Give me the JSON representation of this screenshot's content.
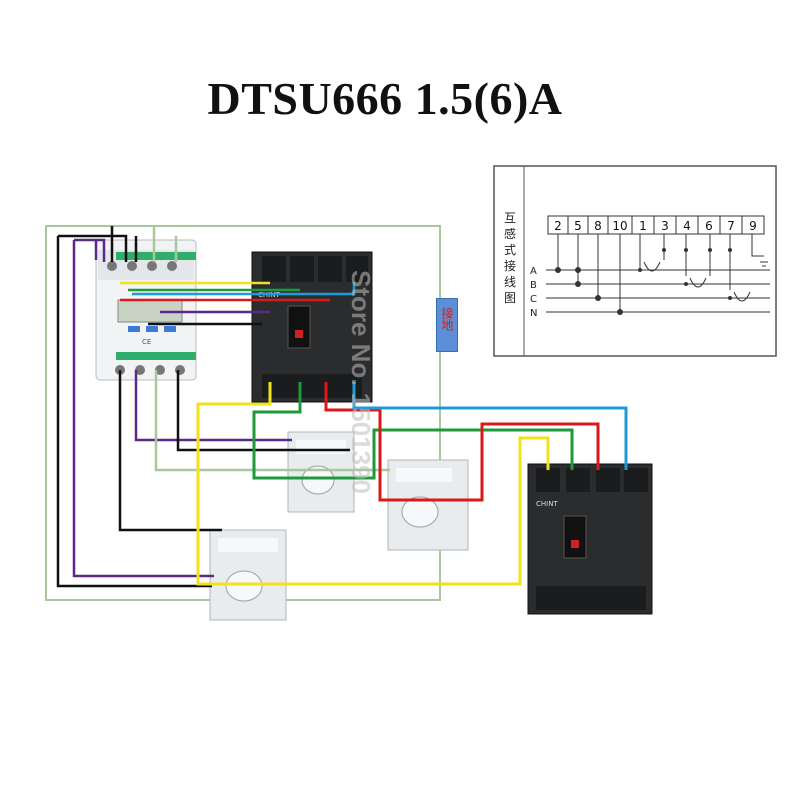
{
  "title": "DTSU666 1.5(6)A",
  "watermark": "Store No. 1501390",
  "ground_label": "接地",
  "inset": {
    "heading": "互感式接线图",
    "terminals": [
      "2",
      "5",
      "8",
      "10",
      "1",
      "3",
      "4",
      "6",
      "7",
      "9"
    ],
    "phases": [
      "A",
      "B",
      "C",
      "N"
    ]
  },
  "breakers": [
    {
      "brand": "CHINT"
    },
    {
      "brand": "CHINT"
    }
  ],
  "meter": {
    "label": "CE"
  },
  "wire_colors": {
    "yellow": "#f2e21c",
    "green": "#1f9a3a",
    "red": "#d81a1a",
    "blue": "#1e9ad8",
    "purple": "#5a2a86",
    "black": "#111111",
    "gray_green": "#a9c79a"
  }
}
